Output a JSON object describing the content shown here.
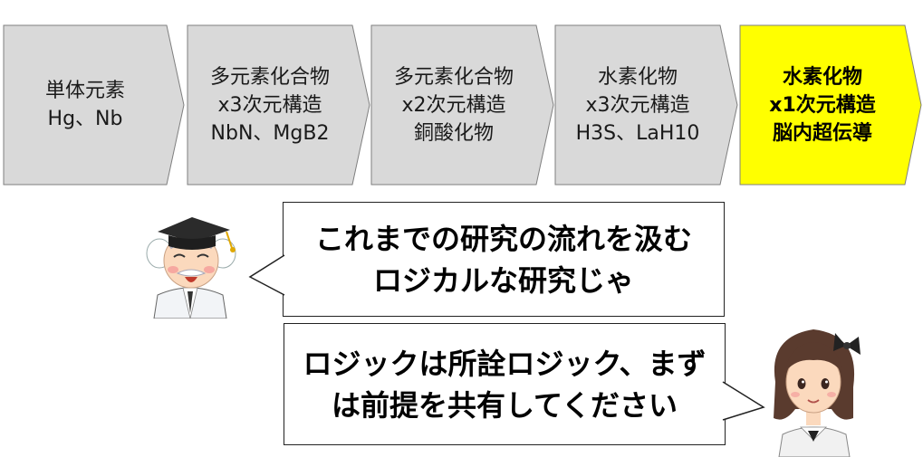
{
  "steps": [
    {
      "lines": [
        "単体元素",
        "Hg、Nb"
      ],
      "highlight": false
    },
    {
      "lines": [
        "多元素化合物",
        "x3次元構造",
        "NbN、MgB2"
      ],
      "highlight": false
    },
    {
      "lines": [
        "多元素化合物",
        "x2次元構造",
        "銅酸化物"
      ],
      "highlight": false
    },
    {
      "lines": [
        "水素化物",
        "x3次元構造",
        "H3S、LaH10"
      ],
      "highlight": false
    },
    {
      "lines": [
        "水素化物",
        "x1次元構造",
        "脳内超伝導"
      ],
      "highlight": true
    }
  ],
  "colors": {
    "step_fill": "#d9d9d9",
    "highlight_fill": "#ffff00",
    "outline": "#7f7f7f"
  },
  "professor_speech": {
    "lines": [
      "これまでの研究の流れを汲む",
      "ロジカルな研究じゃ"
    ]
  },
  "girl_speech": {
    "lines": [
      "ロジックは所詮ロジック、まず",
      "は前提を共有してください"
    ]
  }
}
